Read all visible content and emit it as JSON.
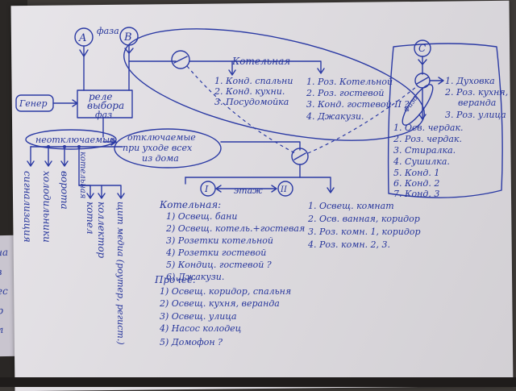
{
  "nodes": {
    "phase_a": "A",
    "phase_b": "B",
    "phase_c": "C",
    "phase_label": "фаза",
    "relay": [
      "реле",
      "выбора",
      "фаз"
    ],
    "generator": "Генер",
    "non_switchable": "неотключаемые",
    "switchable": [
      "отключаемые",
      "при уходе всех",
      "из дома"
    ],
    "boiler_room": "Котельная",
    "floor_label": "этаж",
    "floor_1": "I",
    "floor_2": "II",
    "attic": "Фаза"
  },
  "boiler_room_list_1": [
    "1. Конд. спальни",
    "2. Конд. кухни.",
    "3. Посудомойка"
  ],
  "boiler_room_list_2": [
    "1. Роз. Котельной",
    "2. Роз. гостевой",
    "3. Конд. гостевой II ?",
    "4. Джакузи."
  ],
  "phase_c_list_a": [
    "1. Духовка",
    "2. Роз. кухня,",
    "веранда",
    "3. Роз. улица"
  ],
  "phase_c_list_b": [
    "1. Осв. чердак.",
    "2. Роз. чердак.",
    "3. Стиралка.",
    "4. Сушилка.",
    "5. Конд. 1",
    "6. Конд. 2",
    "7. Конд. 3"
  ],
  "non_switchable_branches": [
    "сигнализация",
    "холодильники",
    "ворота",
    "котельная",
    "котел",
    "коллектор",
    "щит медиа (роутер, регист.)"
  ],
  "boiler_section": {
    "title": "Котельная:",
    "items": [
      "1) Освещ. бани",
      "2) Освещ. котель.+гостевая",
      "3) Розетки котельной",
      "4) Розетки гостевой",
      "5) Кондиц. гостевой ?",
      "6) Джакузи."
    ]
  },
  "floor2_list": [
    "1. Освещ. комнат",
    "2. Осв. ванная, коридор",
    "3. Роз. комн. 1, коридор",
    "4. Роз. комн. 2, 3."
  ],
  "other_section": {
    "title": "Прочее:",
    "items": [
      "1) Освещ. коридор, спальня",
      "2) Освещ. кухня, веранда",
      "3) Освещ. улица",
      "4) Насос колодец",
      "5) Домофон ?"
    ]
  },
  "side_fragment": [
    "на",
    "в",
    "ес",
    "р",
    "л"
  ]
}
